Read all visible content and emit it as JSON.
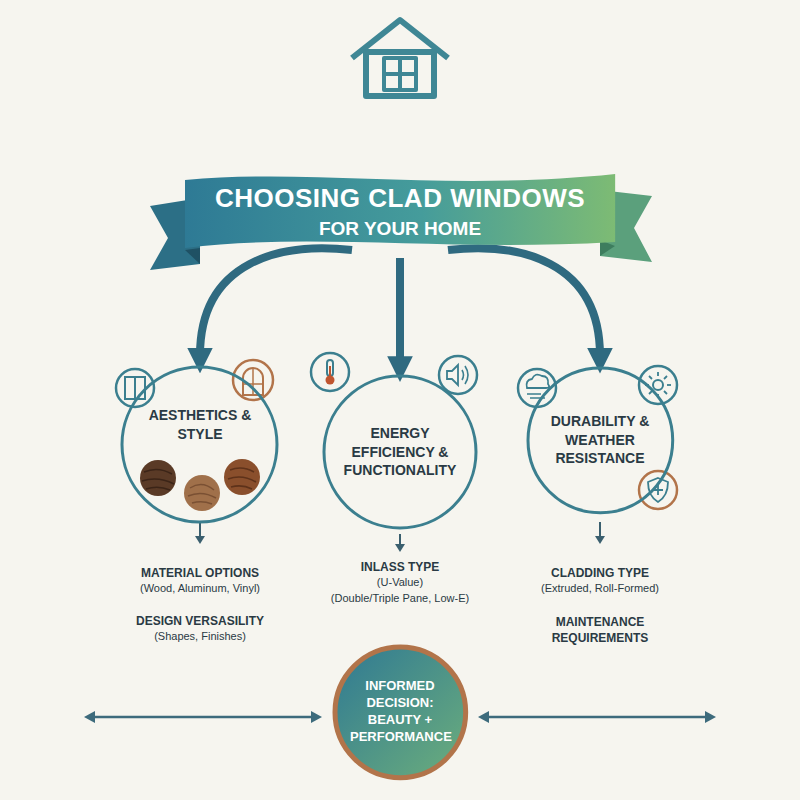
{
  "diagram": {
    "nodes": [
      {
        "text": [
          "CHOOSING CLAD WINDOWS",
          "FOR YOUR HOME"
        ]
      },
      {
        "text": [
          "AESTHETICS & STYLE"
        ]
      },
      {
        "text": [
          "ENERGY EFFICIENCY & FUNCTIONALITY"
        ]
      },
      {
        "text": [
          "DURABILITY & WEATHER RESISTANCE"
        ]
      },
      {
        "text": [
          "INFORMED DECISION: BEAUTY + PERFORMANCE"
        ]
      }
    ],
    "edges": [
      {
        "from": 0,
        "to": 1,
        "arrow": "to"
      },
      {
        "from": 0,
        "to": 2,
        "arrow": "to"
      },
      {
        "from": 0,
        "to": 3,
        "arrow": "to"
      }
    ],
    "labels": [
      "MATERIAL OPTIONS",
      "(Wood, Aluminum, Vinyl)",
      "DESIGN VERSASILITY",
      "(Shapes, Finishes)",
      "INLASS TYPE",
      "(U-Value)",
      "(Double/Triple Pane, Low-E)",
      "CLADDING TYPE",
      "(Extruded, Roll-Formed)",
      "MAINTENANCE REQUIREMENTS"
    ]
  }
}
